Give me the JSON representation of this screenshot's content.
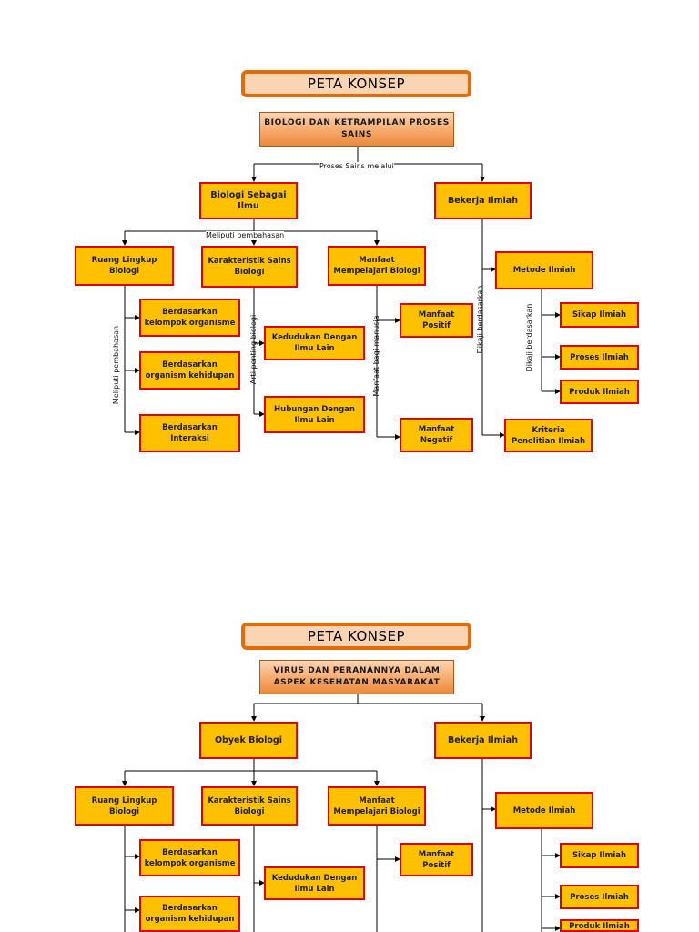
{
  "map1": {
    "title": "PETA KONSEP",
    "main": "BIOLOGI DAN KETRAMPILAN PROSES SAINS",
    "link_main": "Proses Sains melalui",
    "biologi": "Biologi Sebagai Ilmu",
    "bekerja": "Bekerja Ilmiah",
    "link_biologi": "Meliputi pembahasan",
    "ruang": "Ruang Lingkup Biologi",
    "karakteristik": "Karakteristik Sains Biologi",
    "manfaat": "Manfaat Mempelajari Biologi",
    "metode": "Metode Ilmiah",
    "kelompok": "Berdasarkan kelompok organisme",
    "organisme": "Berdasarkan organism kehidupan",
    "interaksi": "Berdasarkan Interaksi",
    "kedudukan": "Kedudukan Dengan Ilmu Lain",
    "hubungan": "Hubungan Dengan Ilmu Lain",
    "positif": "Manfaat Positif",
    "negatif": "Manfaat Negatif",
    "sikap": "Sikap Ilmiah",
    "proses": "Proses Ilmiah",
    "produk": "Produk Ilmiah",
    "kriteria": "Kriteria Penelitian Ilmiah",
    "v_meliputi": "Meliputi pembahasan",
    "v_arti": "Arti penting biologi",
    "v_manusia": "Manfaat bagi manusia",
    "v_dikaji1": "Dikaji berdasarkan",
    "v_dikaji2": "Dikaji berdasarkan"
  },
  "map2": {
    "title": "PETA KONSEP",
    "main": "VIRUS DAN PERANANNYA DALAM ASPEK KESEHATAN MASYARAKAT",
    "biologi": "Obyek Biologi",
    "bekerja": "Bekerja Ilmiah",
    "ruang": "Ruang Lingkup Biologi",
    "karakteristik": "Karakteristik Sains Biologi",
    "manfaat": "Manfaat Mempelajari Biologi",
    "metode": "Metode Ilmiah",
    "kelompok": "Berdasarkan kelompok organisme",
    "organisme": "Berdasarkan organism kehidupan",
    "kedudukan": "Kedudukan Dengan Ilmu Lain",
    "positif": "Manfaat Positif",
    "sikap": "Sikap Ilmiah",
    "proses": "Proses Ilmiah",
    "produk": "Produk Ilmiah"
  }
}
